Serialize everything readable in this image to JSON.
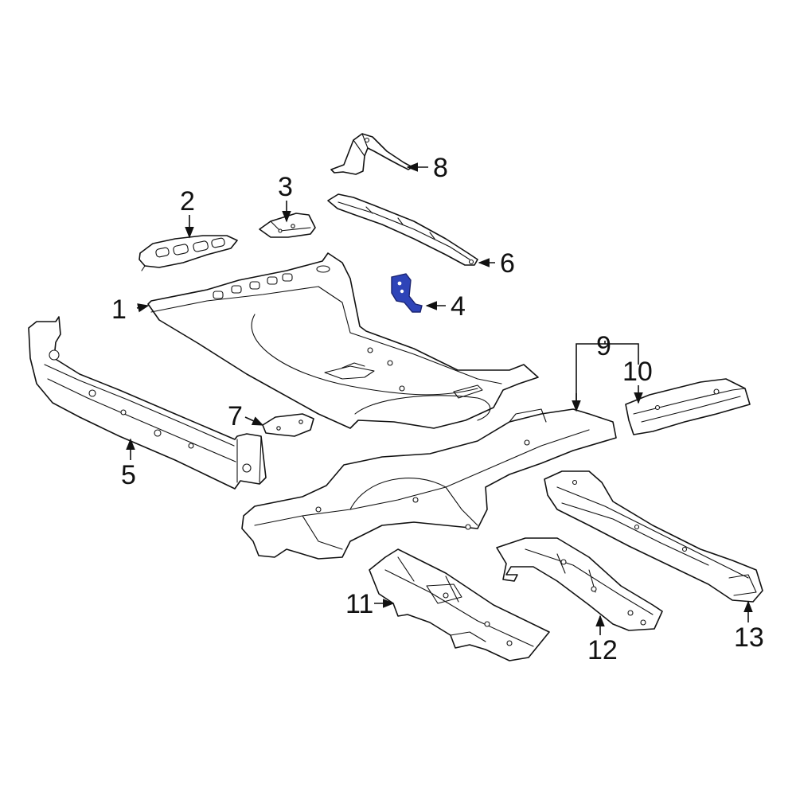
{
  "diagram": {
    "highlight_color": "#2e44b8",
    "highlighted_part": "4",
    "callouts": [
      "1",
      "2",
      "3",
      "4",
      "5",
      "6",
      "7",
      "8",
      "9",
      "10",
      "11",
      "12",
      "13"
    ]
  }
}
